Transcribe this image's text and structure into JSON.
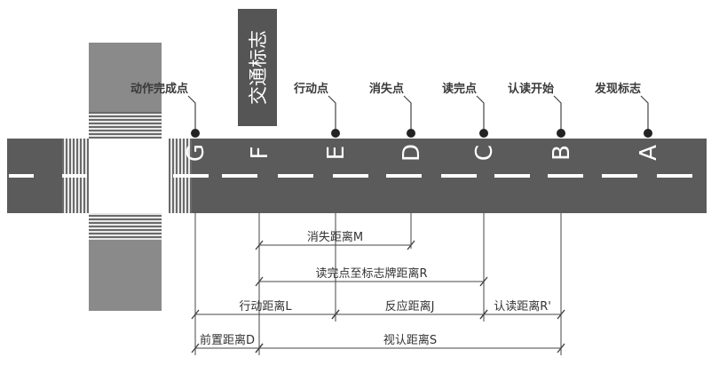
{
  "sign": {
    "text": "交通标志",
    "color": "#555555"
  },
  "colors": {
    "road": "#5b5b5b",
    "cross_road": "#8a8a8a",
    "marking": "#ffffff",
    "line": "#444444"
  },
  "points": [
    {
      "letter": "A",
      "label": "发现标志"
    },
    {
      "letter": "B",
      "label": "认读开始"
    },
    {
      "letter": "C",
      "label": "读完点"
    },
    {
      "letter": "D",
      "label": "消失点"
    },
    {
      "letter": "E",
      "label": "行动点"
    },
    {
      "letter": "F",
      "label": ""
    },
    {
      "letter": "G",
      "label": "动作完成点"
    }
  ],
  "distances": {
    "M": "消失距离M",
    "R": "读完点至标志牌距离R",
    "L": "行动距离L",
    "J": "反应距离J",
    "R1": "认读距离R'",
    "D": "前置距离D",
    "S": "视认距离S"
  }
}
